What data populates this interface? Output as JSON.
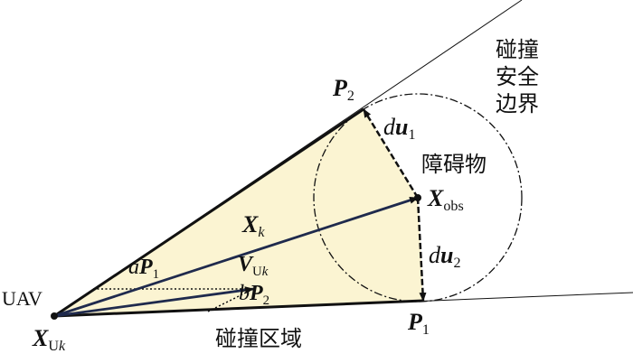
{
  "colors": {
    "region_fill": "#fbf4d2",
    "line": "#111111",
    "vector": "#1f2a4d"
  },
  "labels": {
    "P2": {
      "base": "P",
      "sub": "2"
    },
    "P1": {
      "base": "P",
      "sub": "1"
    },
    "du1": {
      "d": "d",
      "u": "u",
      "sub": "1"
    },
    "du2": {
      "d": "d",
      "u": "u",
      "sub": "2"
    },
    "Xobs": {
      "base": "X",
      "sub": "obs"
    },
    "Xk": {
      "base": "X",
      "sub": "k"
    },
    "VUk": {
      "base": "V",
      "sub_upright": "U",
      "sub_italic": "k"
    },
    "aP1": {
      "coef": "a",
      "base": "P",
      "sub": "1"
    },
    "bP2": {
      "coef": "b",
      "base": "P",
      "sub": "2"
    },
    "UAV": "UAV",
    "XUk": {
      "base": "X",
      "sub_upright": "U",
      "sub_italic": "k"
    },
    "boundary": [
      "碰撞",
      "安全",
      "边界"
    ],
    "obstacle": "障碍物",
    "collision_region": "碰撞区域"
  }
}
